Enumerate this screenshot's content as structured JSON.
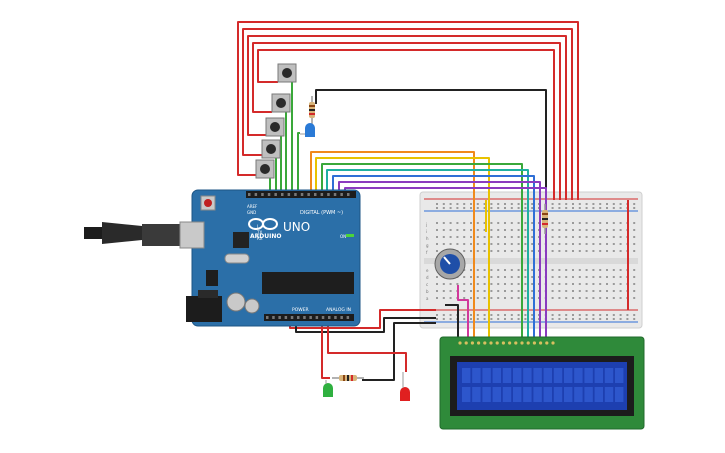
{
  "board": {
    "brand": "ARDUINO",
    "model": "UNO",
    "digital_label": "DIGITAL (PWM ~)",
    "power_label": "POWER",
    "analog_label": "ANALOG IN",
    "aref_label": "AREF",
    "gnd_label": "GND",
    "tx_label": "TX",
    "rx_label": "RX",
    "on_label": "ON",
    "l_label": "L"
  },
  "breadboard": {
    "row_labels": [
      "a",
      "b",
      "c",
      "d",
      "e",
      "f",
      "g",
      "h",
      "i",
      "j"
    ]
  },
  "colors": {
    "board": "#2b6fa8",
    "wire_red": "#d42a2a",
    "wire_green": "#3aa83a",
    "wire_yellow": "#e8c200",
    "wire_orange": "#f08a1c",
    "wire_teal": "#1fb0a0",
    "wire_blue": "#2f6fd6",
    "wire_purple": "#8a3bbf",
    "wire_black": "#222222",
    "wire_pink": "#d1389b",
    "lcd_board": "#2f8a3a",
    "lcd_screen": "#1d3fb0",
    "led_green": "#2fb040",
    "led_red": "#e02020",
    "led_blue": "#2a7ad6"
  },
  "icons": [
    "usb-connector-icon",
    "dc-jack-icon",
    "potentiometer-icon",
    "pushbutton-icon",
    "resistor-icon",
    "led-icon"
  ]
}
